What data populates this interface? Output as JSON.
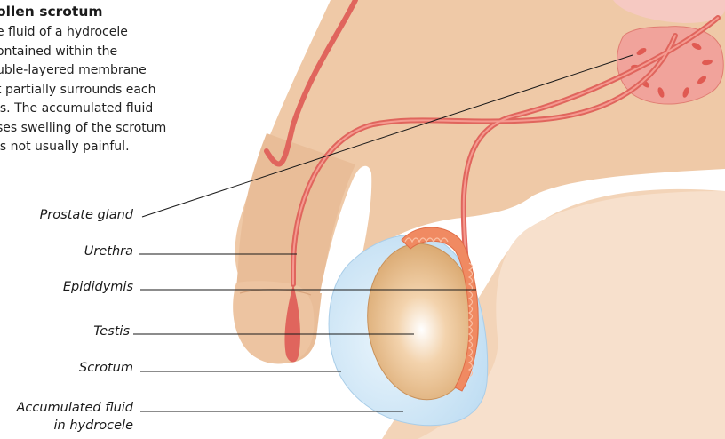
{
  "heading": "ollen scrotum",
  "caption_lines": [
    "e fluid of a hydrocele",
    "ontained within the",
    "uble-layered membrane",
    "t partially surrounds each",
    "is. The accumulated fluid",
    "ses swelling of the scrotum",
    " is not usually painful."
  ],
  "labels": {
    "prostate": "Prostate gland",
    "urethra": "Urethra",
    "epididymis": "Epididymis",
    "testis": "Testis",
    "scrotum": "Scrotum",
    "fluid_line1": "Accumulated fluid",
    "fluid_line2": "in hydrocele"
  },
  "colors": {
    "skin": "#efc9a7",
    "skin_dark": "#e6b691",
    "vessel": "#e0655d",
    "fluid": "#cfe6f6",
    "testis": "#e3b57e",
    "epididymis": "#f08a62",
    "leader": "#1a1a1a"
  }
}
